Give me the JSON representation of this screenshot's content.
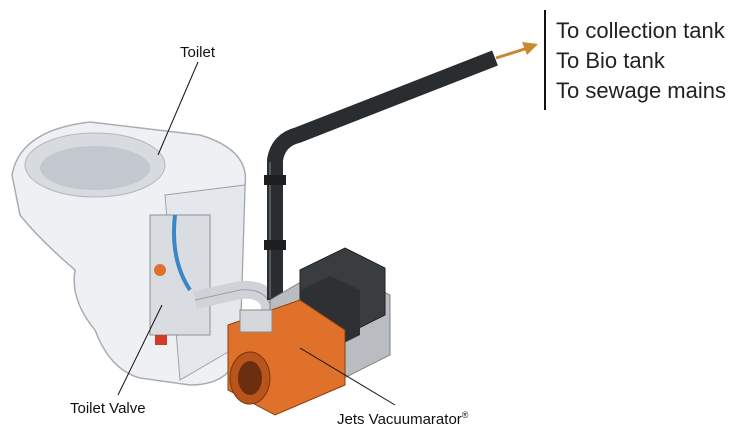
{
  "labels": {
    "toilet": "Toilet",
    "toilet_valve": "Toilet Valve",
    "vacuumarator": "Jets Vacuumarator",
    "registered": "®"
  },
  "destinations": [
    "To collection tank",
    "To Bio tank",
    "To sewage mains"
  ],
  "colors": {
    "arrow": "#c8892f",
    "pipe": "#2a2d30",
    "pump": "#e0712a",
    "toilet": "#f2f3f5"
  }
}
